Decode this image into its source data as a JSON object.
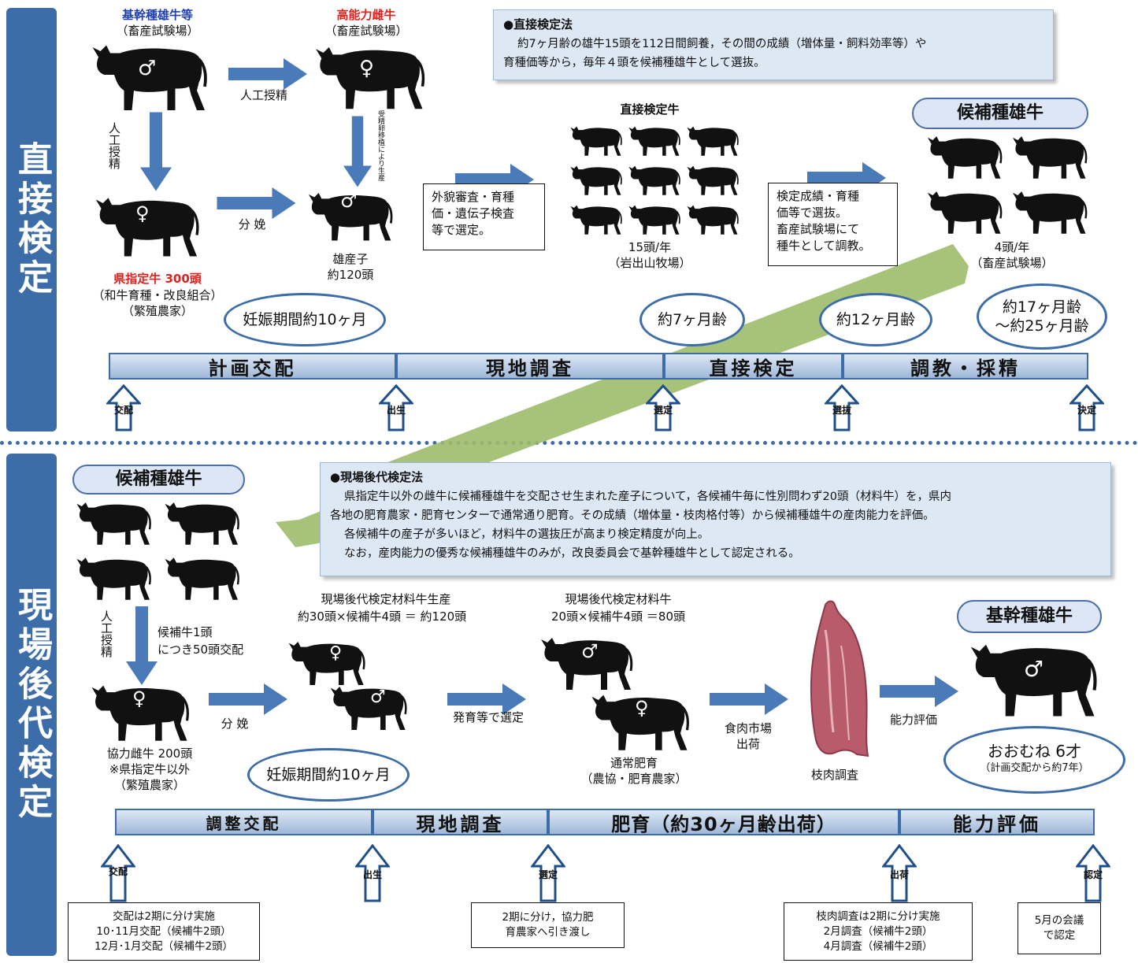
{
  "sections": {
    "top_label": "直接検定",
    "bottom_label": "現場後代検定"
  },
  "top": {
    "bull1": {
      "name": "基幹種雄牛等",
      "place": "（畜産試験場）"
    },
    "bull2": {
      "name": "高能力雌牛",
      "place": "（畜産試験場）"
    },
    "ai_h": "人工授精",
    "ai_v": "人工授精",
    "et": "受精卵移植により生産",
    "cow": {
      "name": "県指定牛 300頭",
      "sub1": "（和牛育種・改良組合）",
      "sub2": "（繁殖農家）"
    },
    "birth": "分 娩",
    "calves": {
      "l1": "雄産子",
      "l2": "約120頭"
    },
    "select_box": [
      "外貌審査・育種",
      "価・遺伝子検査",
      "等で選定。"
    ],
    "test_cattle": {
      "title": "直接検定牛",
      "l1": "15頭/年",
      "l2": "（岩出山牧場）"
    },
    "choose_box": [
      "検定成績・育種",
      "価等で選抜。",
      "畜産試験場にて",
      "種牛として調教。"
    ],
    "candidate": {
      "title": "候補種雄牛",
      "l1": "4頭/年",
      "l2": "（畜産試験場）"
    },
    "info": {
      "title": "●直接検定法",
      "lines": [
        "約7ヶ月齢の雄牛15頭を112日間飼養，その間の成績（増体量・飼料効率等）や",
        "育種価等から，毎年４頭を候補種雄牛として選抜。"
      ]
    },
    "bubbles": [
      "妊娠期間約10ヶ月",
      "約7ヶ月齢",
      "約12ヶ月齢",
      "約17ヶ月齢",
      "～約25ヶ月齢"
    ],
    "timeline": [
      "計画交配",
      "現地調査",
      "直接検定",
      "調教・採精"
    ],
    "milestones": [
      "交配",
      "出生",
      "選定",
      "選抜",
      "決定"
    ],
    "male": "♂",
    "female": "♀"
  },
  "bottom": {
    "candidate_title": "候補種雄牛",
    "info": {
      "title": "●現場後代検定法",
      "lines": [
        "県指定牛以外の雌牛に候補種雄牛を交配させ生まれた産子について，各候補牛毎に性別問わず20頭（材料牛）を，県内",
        "各地の肥育農家・肥育センターで通常通り肥育。その成績（増体量・枝肉格付等）から候補種雄牛の産肉能力を評価。",
        "各候補牛の産子が多いほど，材料牛の選抜圧が高まり検定精度が向上。",
        "なお，産肉能力の優秀な候補種雄牛のみが，改良委員会で基幹種雄牛として認定される。"
      ]
    },
    "ai_v": "人工授精",
    "mating_note": [
      "候補牛1頭",
      "につき50頭交配"
    ],
    "cow": {
      "l1": "協力雌牛 200頭",
      "l2": "※県指定牛以外",
      "l3": "（繁殖農家）"
    },
    "birth": "分 娩",
    "production": {
      "l1": "現場後代検定材料牛生産",
      "l2": "約30頭×候補牛4頭 ＝ 約120頭"
    },
    "growth_select": "発育等で選定",
    "material": {
      "l1": "現場後代検定材料牛",
      "l2": "20頭×候補牛4頭 ＝80頭"
    },
    "fattening": {
      "l1": "通常肥育",
      "l2": "（農協・肥育農家）"
    },
    "market": [
      "食肉市場",
      "出荷"
    ],
    "carcass": "枝肉調査",
    "eval": "能力評価",
    "core_bull": "基幹種雄牛",
    "bubbles": {
      "preg": "妊娠期間約10ヶ月",
      "age1": "おおむね 6才",
      "age2": "（計画交配から約7年）"
    },
    "timeline": [
      "調整交配",
      "現地調査",
      "肥育（約30ヶ月齢出荷）",
      "能力評価"
    ],
    "milestones": [
      "交配",
      "出生",
      "選定",
      "出荷",
      "認定"
    ],
    "notes": {
      "n1": [
        "交配は2期に分け実施",
        "10･11月交配（候補牛2頭）",
        "12月･1月交配（候補牛2頭）"
      ],
      "n2": [
        "2期に分け，協力肥",
        "育農家へ引き渡し"
      ],
      "n3": [
        "枝肉調査は2期に分け実施",
        "2月調査（候補牛2頭）",
        "4月調査（候補牛2頭）"
      ],
      "n4": [
        "5月の会議",
        "で認定"
      ]
    }
  },
  "colors": {
    "primary": "#3d6da8",
    "red": "#e0201c",
    "green": "#9dbb6a",
    "cattle": "#111111"
  }
}
